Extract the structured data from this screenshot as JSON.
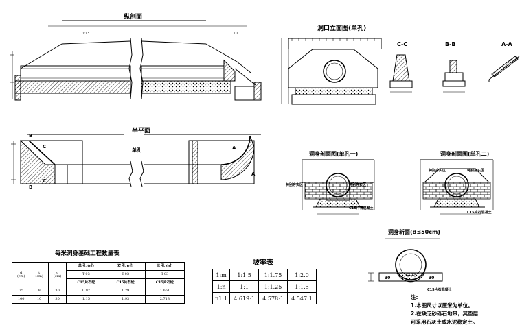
{
  "titles": {
    "longitudinal": "纵剖面",
    "portal": "洞口立面图(单孔)",
    "cc": "C-C",
    "bb": "B-B",
    "aa": "A-A",
    "half_plan": "半平面",
    "single_hole": "单孔",
    "body1": "洞身剖面图(单孔一)",
    "body2": "洞身剖面图(单孔二)",
    "body_new": "洞身新面(d≤50cm)",
    "base_table": "每米洞身基础工程数量表",
    "slope_table": "坡率表"
  },
  "labels": {
    "backfill": "特别夯实区",
    "c15": "C15片石混凝土",
    "slope_top": "1:2",
    "slope_h": "1.5",
    "angle": "120°",
    "dim30": "30",
    "dim_b": "B",
    "dim_c": "C",
    "dim_a": "A"
  },
  "slope_table": {
    "rows": [
      [
        "1:m",
        "1:1.5",
        "1:1.75",
        "1:2.0"
      ],
      [
        "1:n",
        "1:1",
        "1:1.25",
        "1:1.5"
      ],
      [
        "n1:1",
        "4.619:1",
        "4.578:1",
        "4.547:1"
      ]
    ]
  },
  "base_table": {
    "h_d": "d",
    "h_t": "t",
    "h_c": "c",
    "unit_cm": "(cm)",
    "groups": [
      "单 孔 (㎡)",
      "双 孔 (㎡)",
      "三 孔 (㎡)"
    ],
    "type_label": "T-03",
    "material": "C15片石砼",
    "rows": [
      [
        "75",
        "8",
        "30",
        "0.92",
        "1.29",
        "1.661"
      ],
      [
        "100",
        "10",
        "30",
        "1.15",
        "1.93",
        "2.713"
      ]
    ]
  },
  "notes": {
    "head": "注:",
    "line1": "1.本图尺寸以厘米为单位。",
    "line2": "2.在缺乏砂砾石地带，其垫层",
    "line3": "可采用石灰土或水泥稳定土。"
  }
}
